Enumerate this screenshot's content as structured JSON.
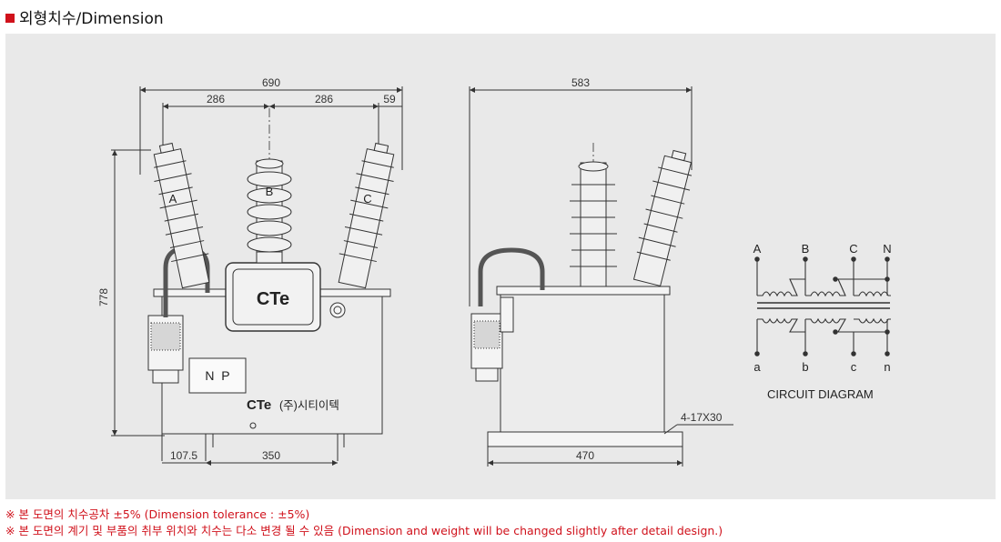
{
  "header": {
    "title": "외형치수/Dimension"
  },
  "colors": {
    "accent": "#d0111b",
    "panel": "#e9e9e9"
  },
  "front_view": {
    "dims": {
      "overall_width": "690",
      "left_span": "286",
      "right_span": "286",
      "offset": "59",
      "height": "778",
      "base_offset": "107.5",
      "base_span": "350"
    },
    "bushing_labels": [
      "A",
      "B",
      "C"
    ],
    "logo": "CTe",
    "nameplate": "N  P",
    "company": "(주)시티이텍"
  },
  "side_view": {
    "dims": {
      "depth": "583",
      "base_length": "470",
      "hole": "4-17X30"
    }
  },
  "circuit": {
    "title": "CIRCUIT DIAGRAM",
    "primary_terminals": [
      "A",
      "B",
      "C",
      "N"
    ],
    "secondary_terminals": [
      "a",
      "b",
      "c",
      "n"
    ]
  },
  "notes": [
    "※ 본 도면의 치수공차 ±5% (Dimension tolerance : ±5%)",
    "※ 본 도면의 계기 및 부품의 취부 위치와 치수는 다소 변경 될 수 있음 (Dimension and weight will be changed slightly after detail design.)"
  ]
}
